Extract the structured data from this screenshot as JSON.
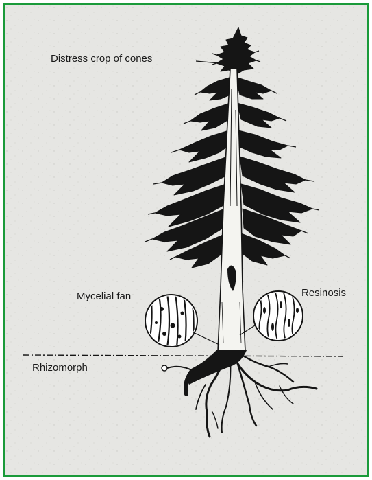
{
  "figure": {
    "border_color": "#1a9a3a",
    "background_color": "#e6e6e3",
    "ink_color": "#111111"
  },
  "labels": {
    "distress": "Distress crop of cones",
    "mycelial": "Mycelial fan",
    "resinosis": "Resinosis",
    "rhizomorph": "Rhizomorph"
  }
}
